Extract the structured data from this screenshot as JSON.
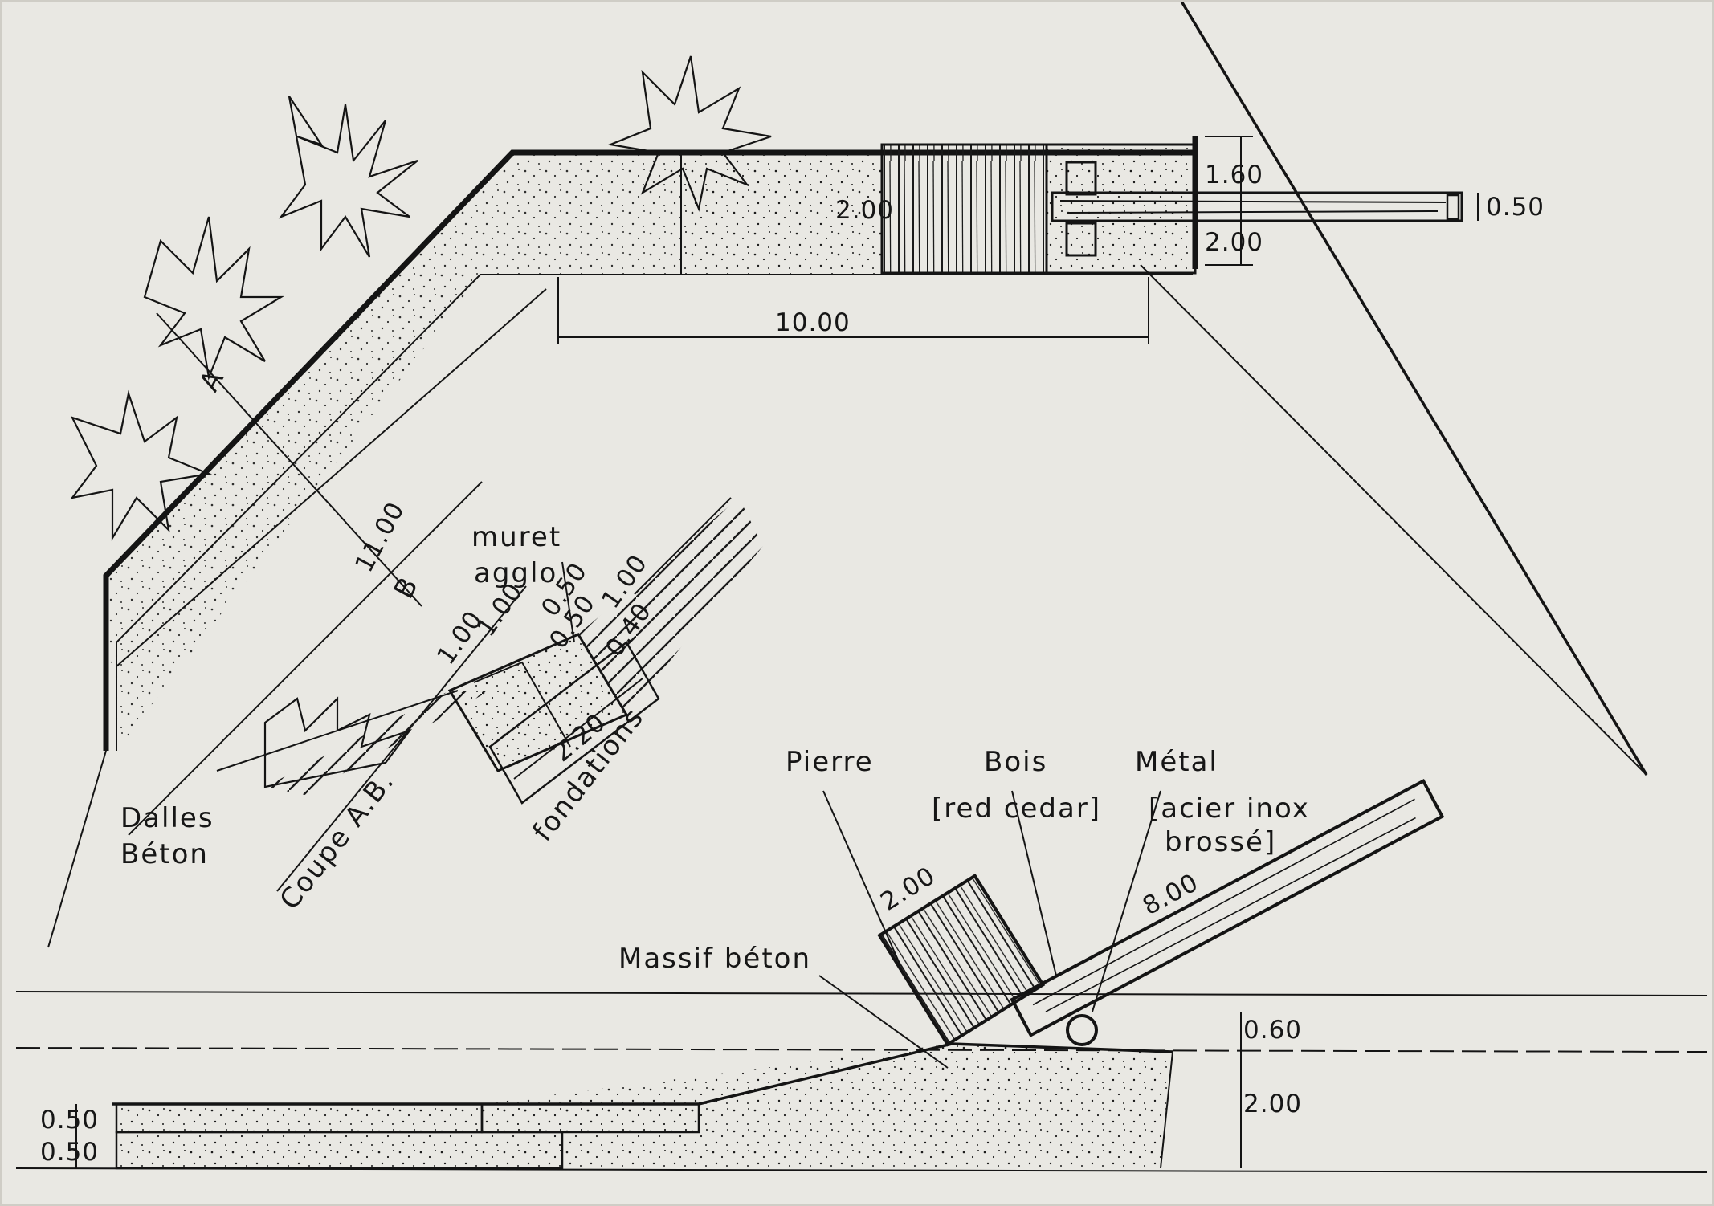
{
  "labels": {
    "pierre": "Pierre",
    "bois": "Bois",
    "red_cedar": "[red cedar]",
    "metal": "Métal",
    "acier_inox": "[acier inox",
    "brosse": "brossé]",
    "massif_beton": "Massif béton",
    "dalles": "Dalles",
    "beton": "Béton",
    "coupe": "Coupe A.B.",
    "fondations": "fondations",
    "muret": "muret",
    "agglo": "agglo",
    "section_a": "A",
    "section_b": "B"
  },
  "dimensions": {
    "plan_width": "2.00",
    "plan_upper": "1.60",
    "plan_lower": "2.00",
    "plan_beam": "0.50",
    "plan_length": "10.00",
    "path_length": "11.00",
    "wall_100a": "1.00",
    "wall_100b": "1.00",
    "wall_050a": "0.50",
    "wall_050b": "0.50",
    "wall_100c": "1.00",
    "wall_040": "0.40",
    "foundation_width": "2.20",
    "block_width": "2.00",
    "beam_length": "8.00",
    "pivot_height": "0.60",
    "base_height": "2.00",
    "slab_a": "0.50",
    "slab_b": "0.50"
  },
  "colors": {
    "paper": "#e9e8e3",
    "ink": "#141414"
  }
}
